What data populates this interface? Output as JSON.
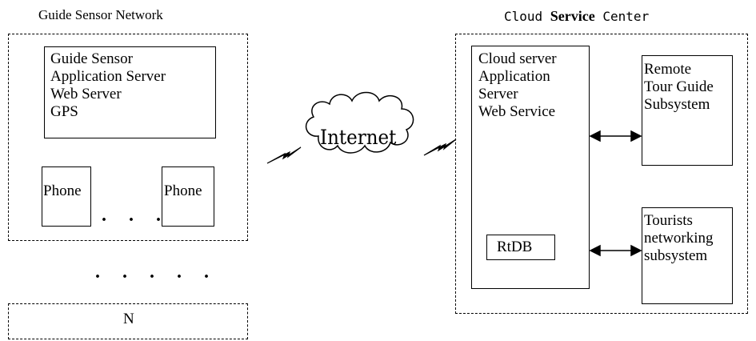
{
  "left": {
    "title": "Guide Sensor Network",
    "server_box": "Guide Sensor\nApplication Server\nWeb Server\nGPS",
    "phone_1": "Phone",
    "phone_2": "Phone",
    "phone_dots": "· · ·",
    "more_dots": "· · · · ·",
    "n_label": "N"
  },
  "internet": {
    "label": "Internet"
  },
  "right": {
    "title_part1": "Cloud ",
    "title_part2": "Service",
    "title_part3": " Center",
    "cloud_box": "Cloud server\nApplication\nServer\nWeb Service",
    "rtdb": "RtDB",
    "remote_box": "Remote\nTour Guide\nSubsystem",
    "tourists_box": "Tourists\nnetworking\nsubsystem"
  }
}
